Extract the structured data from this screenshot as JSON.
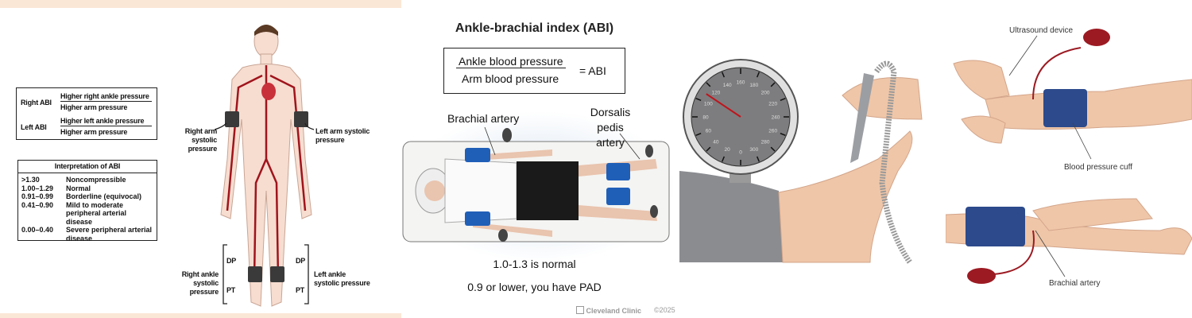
{
  "panel_abi_formula_diagram": {
    "formula_table": {
      "rows": [
        {
          "label": "Right ABI",
          "numerator": "Higher right ankle pressure",
          "denominator": "Higher arm pressure"
        },
        {
          "label": "Left ABI",
          "numerator": "Higher left ankle pressure",
          "denominator": "Higher arm pressure"
        }
      ]
    },
    "interpretation": {
      "title": "Interpretation of ABI",
      "rows": [
        {
          "range": ">1.30",
          "meaning": "Noncompressible"
        },
        {
          "range": "1.00–1.29",
          "meaning": "Normal"
        },
        {
          "range": "0.91–0.99",
          "meaning": "Borderline (equivocal)"
        },
        {
          "range": "0.41–0.90",
          "meaning": "Mild to moderate peripheral arterial disease"
        },
        {
          "range": "0.00–0.40",
          "meaning": "Severe peripheral arterial disease"
        }
      ]
    },
    "labels": {
      "right_arm": "Right arm systolic pressure",
      "left_arm": "Left arm systolic pressure",
      "right_ankle": "Right ankle systolic pressure",
      "left_ankle": "Left ankle systolic pressure",
      "dp": "DP",
      "pt": "PT"
    },
    "colors": {
      "artery": "#a0141c",
      "skin": "#f6ddd0",
      "cuff": "#3a3a3a",
      "band": "#fbe7d6"
    }
  },
  "panel_cleveland": {
    "title": "Ankle-brachial index (ABI)",
    "formula": {
      "numerator": "Ankle blood pressure",
      "denominator": "Arm blood pressure",
      "result": "= ABI"
    },
    "labels": {
      "brachial": "Brachial artery",
      "dorsalis": "Dorsalis pedis artery"
    },
    "notes": [
      "1.0-1.3 is normal",
      "0.9 or lower, you have PAD"
    ],
    "logo": "Cleveland Clinic",
    "copyright": "©2025",
    "colors": {
      "cuff": "#1f5fb8",
      "shorts": "#1a1a1a"
    }
  },
  "panel_gauge": {
    "gauge_ticks": [
      "0",
      "20",
      "40",
      "60",
      "80",
      "100",
      "120",
      "140",
      "160",
      "180",
      "200",
      "220",
      "240",
      "260",
      "280",
      "300"
    ],
    "needle_value": 110,
    "colors": {
      "dial": "#7d7d7f",
      "needle": "#c0141c",
      "cuff": "#8a8c90"
    }
  },
  "panel_arm": {
    "labels": {
      "ultrasound": "Ultrasound device",
      "cuff": "Blood pressure cuff",
      "brachial": "Brachial artery"
    },
    "colors": {
      "cuff": "#2c4a8c",
      "bulb": "#9c1a22"
    }
  }
}
